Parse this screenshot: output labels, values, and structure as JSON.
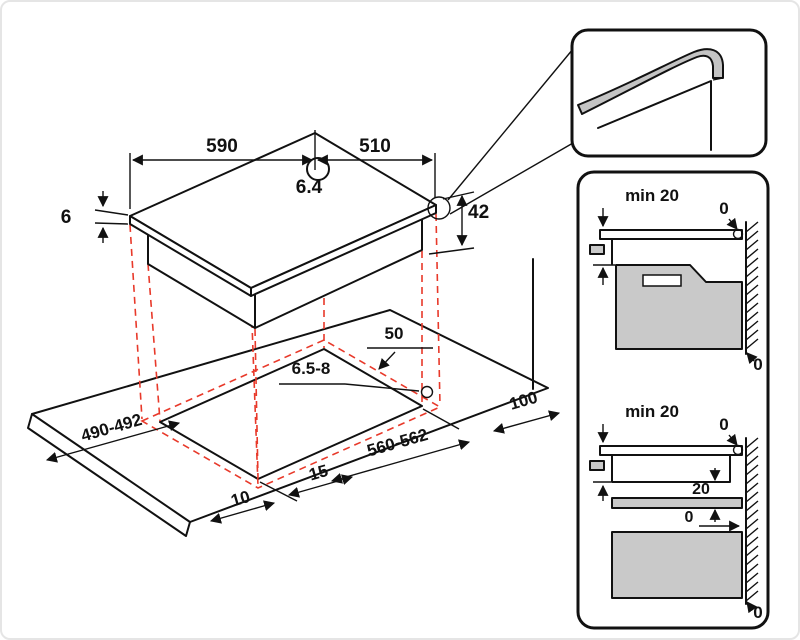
{
  "colors": {
    "line": "#111111",
    "projection_red": "#e8392a",
    "fill_gray": "#c9c9c9",
    "background": "#ffffff"
  },
  "hob": {
    "width": "590",
    "depth": "510",
    "glass_thickness": "6",
    "hole_diameter": "6.4",
    "total_height": "42"
  },
  "worktop": {
    "rear_clearance": "50",
    "corner_radius": "6.5-8",
    "cutout_depth": "490-492",
    "cutout_width": "560-562",
    "front_clearance": "15",
    "side_clearance": "10",
    "right_clearance": "100"
  },
  "install_oven": {
    "min_clearance": "min 20",
    "wall_gap_top": "0",
    "wall_gap_bottom": "0"
  },
  "install_drawer": {
    "min_clearance": "min 20",
    "wall_gap_top": "0",
    "shelf_gap": "20",
    "shelf_wall_gap": "0",
    "wall_gap_bottom": "0"
  }
}
